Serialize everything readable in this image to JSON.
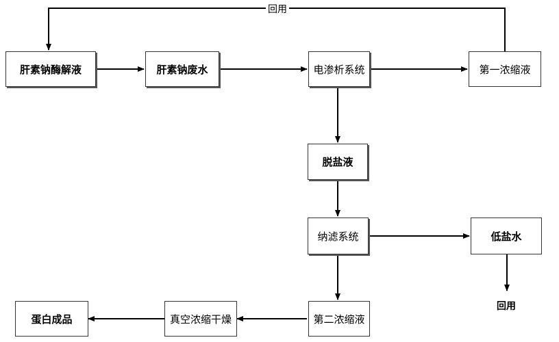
{
  "nodes": {
    "heparin_enzymolysis": "肝素钠酶解液",
    "heparin_wastewater": "肝素钠废水",
    "electrodialysis": "电渗析系统",
    "first_concentrate": "第一浓缩液",
    "desalted_liquid": "脱盐液",
    "nanofiltration": "纳滤系统",
    "low_salt_water": "低盐水",
    "second_concentrate": "第二浓缩液",
    "vacuum_dry": "真空浓缩干燥",
    "protein_product": "蛋白成品"
  },
  "labels": {
    "reuse_top": "回用",
    "reuse_bottom": "回用"
  },
  "colors": {
    "line": "#000000",
    "box_border": "#333333"
  }
}
